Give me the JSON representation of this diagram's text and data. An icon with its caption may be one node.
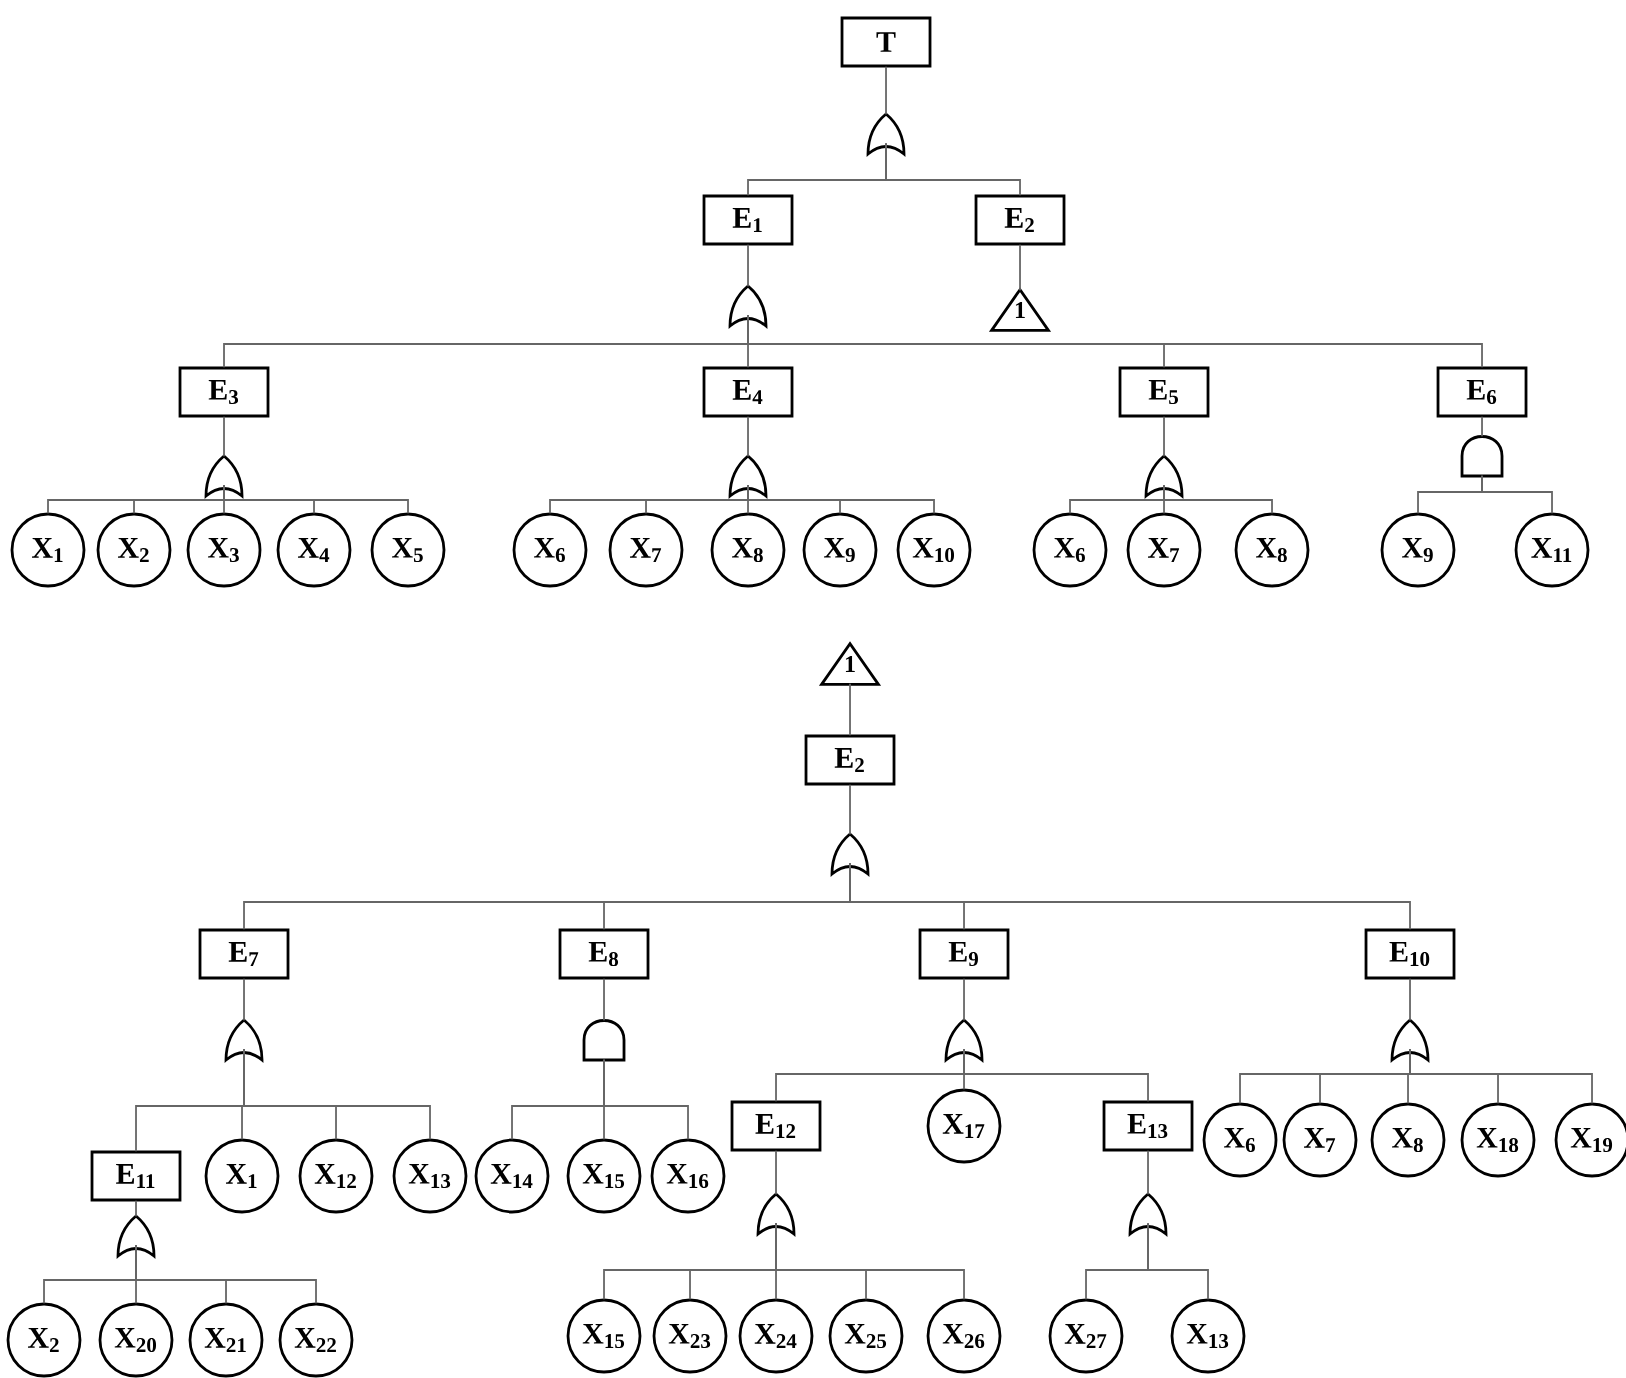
{
  "diagram": {
    "nodes": [
      {
        "text": [
          "T"
        ]
      },
      {
        "text": [],
        "shape": "or-gate"
      },
      {
        "text": [
          "E$_{1}$"
        ]
      },
      {
        "text": [
          "E$_{2}$"
        ]
      },
      {
        "text": [],
        "shape": "or-gate"
      },
      {
        "text": [
          "1"
        ]
      },
      {
        "text": [
          "E$_{3}$"
        ]
      },
      {
        "text": [
          "E$_{4}$"
        ]
      },
      {
        "text": [
          "E$_{5}$"
        ]
      },
      {
        "text": [
          "E$_{6}$"
        ]
      },
      {
        "text": [],
        "shape": "or-gate"
      },
      {
        "text": [],
        "shape": "or-gate"
      },
      {
        "text": [],
        "shape": "or-gate"
      },
      {
        "text": [],
        "shape": "and-gate"
      },
      {
        "text": [
          "X$_{1}$"
        ]
      },
      {
        "text": [
          "X$_{2}$"
        ]
      },
      {
        "text": [
          "X$_{3}$"
        ]
      },
      {
        "text": [
          "X$_{4}$"
        ]
      },
      {
        "text": [
          "X$_{5}$"
        ]
      },
      {
        "text": [
          "X$_{6}$"
        ]
      },
      {
        "text": [
          "X$_{7}$"
        ]
      },
      {
        "text": [
          "X$_{8}$"
        ]
      },
      {
        "text": [
          "X$_{9}$"
        ]
      },
      {
        "text": [
          "X$_{10}$"
        ]
      },
      {
        "text": [
          "X$_{6}$"
        ]
      },
      {
        "text": [
          "X$_{7}$"
        ]
      },
      {
        "text": [
          "X$_{8}$"
        ]
      },
      {
        "text": [
          "X$_{9}$"
        ]
      },
      {
        "text": [
          "X$_{11}$"
        ]
      },
      {
        "text": [
          "1"
        ]
      },
      {
        "text": [
          "E$_{2}$"
        ]
      },
      {
        "text": [],
        "shape": "or-gate"
      },
      {
        "text": [
          "E$_{7}$"
        ]
      },
      {
        "text": [
          "E$_{8}$"
        ]
      },
      {
        "text": [
          "E$_{9}$"
        ]
      },
      {
        "text": [
          "E$_{10}$"
        ]
      },
      {
        "text": [],
        "shape": "or-gate"
      },
      {
        "text": [],
        "shape": "and-gate"
      },
      {
        "text": [],
        "shape": "or-gate"
      },
      {
        "text": [],
        "shape": "or-gate"
      },
      {
        "text": [
          "E$_{11}$"
        ]
      },
      {
        "text": [
          "X$_{1}$"
        ]
      },
      {
        "text": [
          "X$_{12}$"
        ]
      },
      {
        "text": [
          "X$_{13}$"
        ]
      },
      {
        "text": [
          "X$_{14}$"
        ]
      },
      {
        "text": [
          "X$_{15}$"
        ]
      },
      {
        "text": [
          "X$_{16}$"
        ]
      },
      {
        "text": [
          "E$_{12}$"
        ]
      },
      {
        "text": [
          "X$_{17}$"
        ]
      },
      {
        "text": [
          "E$_{13}$"
        ]
      },
      {
        "text": [
          "X$_{6}$"
        ]
      },
      {
        "text": [
          "X$_{7}$"
        ]
      },
      {
        "text": [
          "X$_{8}$"
        ]
      },
      {
        "text": [
          "X$_{18}$"
        ]
      },
      {
        "text": [
          "X$_{19}$"
        ]
      },
      {
        "text": [],
        "shape": "or-gate"
      },
      {
        "text": [],
        "shape": "or-gate"
      },
      {
        "text": [],
        "shape": "or-gate"
      },
      {
        "text": [
          "X$_{2}$"
        ]
      },
      {
        "text": [
          "X$_{20}$"
        ]
      },
      {
        "text": [
          "X$_{21}$"
        ]
      },
      {
        "text": [
          "X$_{22}$"
        ]
      },
      {
        "text": [
          "X$_{15}$"
        ]
      },
      {
        "text": [
          "X$_{23}$"
        ]
      },
      {
        "text": [
          "X$_{24}$"
        ]
      },
      {
        "text": [
          "X$_{25}$"
        ]
      },
      {
        "text": [
          "X$_{26}$"
        ]
      },
      {
        "text": [
          "X$_{27}$"
        ]
      },
      {
        "text": [
          "X$_{13}$"
        ]
      }
    ],
    "edges": [
      {
        "from": 0,
        "to": 1,
        "arrow": "none"
      },
      {
        "from": 1,
        "to": 2,
        "arrow": "none"
      },
      {
        "from": 1,
        "to": 3,
        "arrow": "none"
      },
      {
        "from": 2,
        "to": 4,
        "arrow": "none"
      },
      {
        "from": 3,
        "to": 5,
        "arrow": "none"
      },
      {
        "from": 4,
        "to": 6,
        "arrow": "none"
      },
      {
        "from": 4,
        "to": 7,
        "arrow": "none"
      },
      {
        "from": 4,
        "to": 8,
        "arrow": "none"
      },
      {
        "from": 4,
        "to": 9,
        "arrow": "none"
      },
      {
        "from": 6,
        "to": 10,
        "arrow": "none"
      },
      {
        "from": 7,
        "to": 11,
        "arrow": "none"
      },
      {
        "from": 8,
        "to": 12,
        "arrow": "none"
      },
      {
        "from": 9,
        "to": 13,
        "arrow": "none"
      },
      {
        "from": 10,
        "to": 14,
        "arrow": "none"
      },
      {
        "from": 10,
        "to": 15,
        "arrow": "none"
      },
      {
        "from": 10,
        "to": 16,
        "arrow": "none"
      },
      {
        "from": 10,
        "to": 17,
        "arrow": "none"
      },
      {
        "from": 10,
        "to": 18,
        "arrow": "none"
      },
      {
        "from": 11,
        "to": 19,
        "arrow": "none"
      },
      {
        "from": 11,
        "to": 20,
        "arrow": "none"
      },
      {
        "from": 11,
        "to": 21,
        "arrow": "none"
      },
      {
        "from": 11,
        "to": 22,
        "arrow": "none"
      },
      {
        "from": 11,
        "to": 23,
        "arrow": "none"
      },
      {
        "from": 12,
        "to": 24,
        "arrow": "none"
      },
      {
        "from": 12,
        "to": 25,
        "arrow": "none"
      },
      {
        "from": 12,
        "to": 26,
        "arrow": "none"
      },
      {
        "from": 13,
        "to": 27,
        "arrow": "none"
      },
      {
        "from": 13,
        "to": 28,
        "arrow": "none"
      },
      {
        "from": 29,
        "to": 30,
        "arrow": "none"
      },
      {
        "from": 30,
        "to": 31,
        "arrow": "none"
      },
      {
        "from": 31,
        "to": 32,
        "arrow": "none"
      },
      {
        "from": 31,
        "to": 33,
        "arrow": "none"
      },
      {
        "from": 31,
        "to": 34,
        "arrow": "none"
      },
      {
        "from": 31,
        "to": 35,
        "arrow": "none"
      },
      {
        "from": 32,
        "to": 36,
        "arrow": "none"
      },
      {
        "from": 33,
        "to": 37,
        "arrow": "none"
      },
      {
        "from": 34,
        "to": 38,
        "arrow": "none"
      },
      {
        "from": 35,
        "to": 39,
        "arrow": "none"
      },
      {
        "from": 36,
        "to": 40,
        "arrow": "none"
      },
      {
        "from": 36,
        "to": 41,
        "arrow": "none"
      },
      {
        "from": 36,
        "to": 42,
        "arrow": "none"
      },
      {
        "from": 36,
        "to": 43,
        "arrow": "none"
      },
      {
        "from": 37,
        "to": 44,
        "arrow": "none"
      },
      {
        "from": 37,
        "to": 45,
        "arrow": "none"
      },
      {
        "from": 37,
        "to": 46,
        "arrow": "none"
      },
      {
        "from": 38,
        "to": 47,
        "arrow": "none"
      },
      {
        "from": 38,
        "to": 48,
        "arrow": "none"
      },
      {
        "from": 38,
        "to": 49,
        "arrow": "none"
      },
      {
        "from": 39,
        "to": 50,
        "arrow": "none"
      },
      {
        "from": 39,
        "to": 51,
        "arrow": "none"
      },
      {
        "from": 39,
        "to": 52,
        "arrow": "none"
      },
      {
        "from": 39,
        "to": 53,
        "arrow": "none"
      },
      {
        "from": 39,
        "to": 54,
        "arrow": "none"
      },
      {
        "from": 40,
        "to": 55,
        "arrow": "none"
      },
      {
        "from": 47,
        "to": 56,
        "arrow": "none"
      },
      {
        "from": 49,
        "to": 57,
        "arrow": "none"
      },
      {
        "from": 55,
        "to": 58,
        "arrow": "none"
      },
      {
        "from": 55,
        "to": 59,
        "arrow": "none"
      },
      {
        "from": 55,
        "to": 60,
        "arrow": "none"
      },
      {
        "from": 55,
        "to": 61,
        "arrow": "none"
      },
      {
        "from": 56,
        "to": 62,
        "arrow": "none"
      },
      {
        "from": 56,
        "to": 63,
        "arrow": "none"
      },
      {
        "from": 56,
        "to": 64,
        "arrow": "none"
      },
      {
        "from": 56,
        "to": 65,
        "arrow": "none"
      },
      {
        "from": 56,
        "to": 66,
        "arrow": "none"
      },
      {
        "from": 57,
        "to": 67,
        "arrow": "none"
      },
      {
        "from": 57,
        "to": 68,
        "arrow": "none"
      }
    ]
  }
}
